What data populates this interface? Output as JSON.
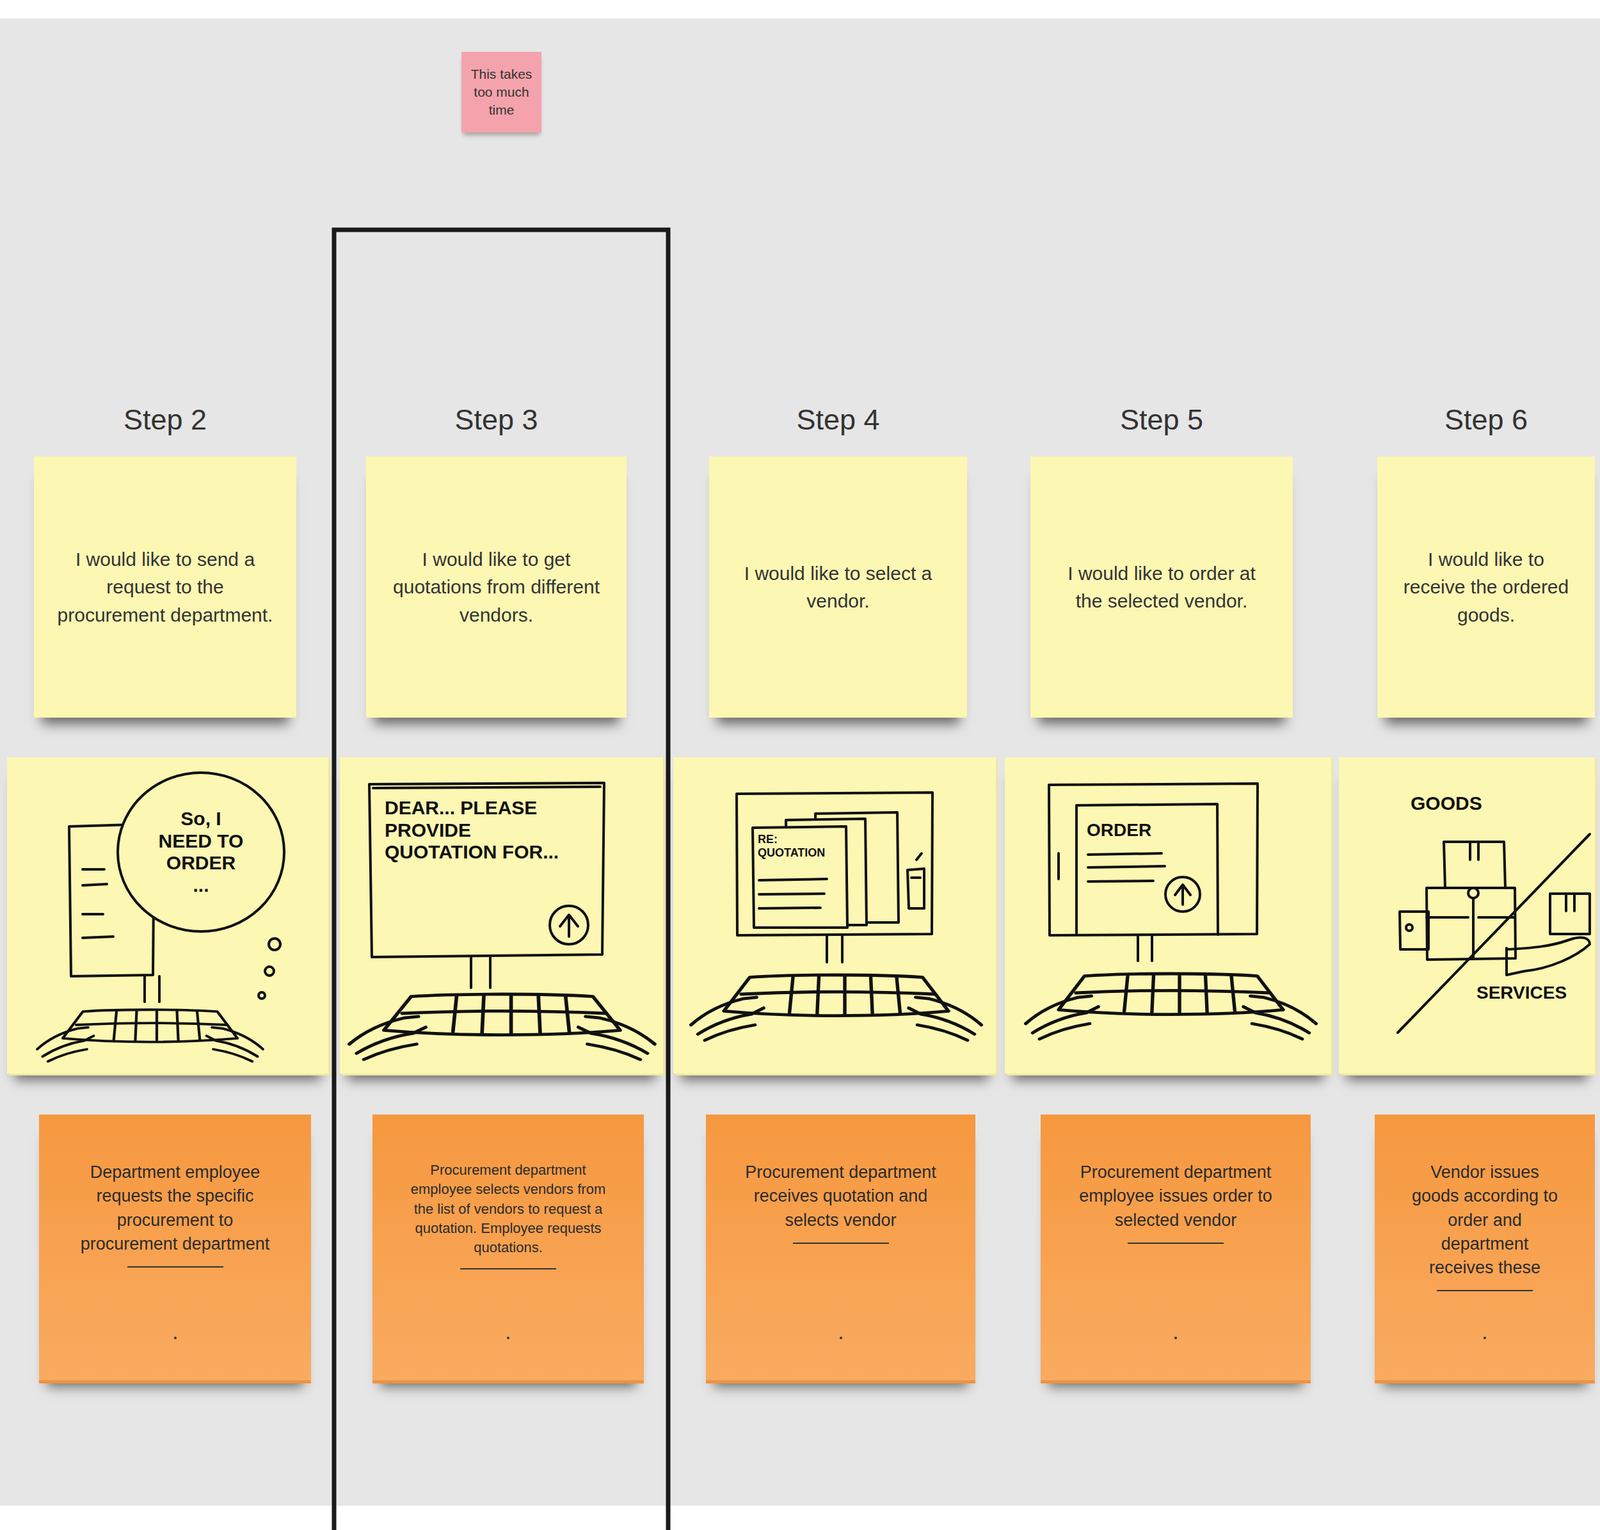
{
  "diagram": {
    "nodes": [
      {
        "text": [
          "This takes too much time"
        ]
      },
      {
        "text": [
          "Step 2",
          "I would like to send a request to the procurement department."
        ]
      },
      {
        "text": [
          "Step 3",
          "I would like to get quotations from different vendors."
        ]
      },
      {
        "text": [
          "Step 4",
          "I would like to select a vendor."
        ]
      },
      {
        "text": [
          "Step 5",
          "I would like to order at the selected vendor."
        ]
      },
      {
        "text": [
          "Step 6",
          "I would like to receive the ordered goods."
        ]
      },
      {
        "text": [
          "So, I NEED TO ORDER ..."
        ]
      },
      {
        "text": [
          "DEAR... PLEASE PROVIDE QUOTATION FOR..."
        ]
      },
      {
        "text": [
          "RE: QUOTATION"
        ]
      },
      {
        "text": [
          "ORDER"
        ]
      },
      {
        "text": [
          "GOODS",
          "SERVICES"
        ]
      },
      {
        "text": [
          "Department employee requests the specific procurement to procurement department"
        ]
      },
      {
        "text": [
          "Procurement department employee selects vendors from the list of vendors to request a quotation. Employee requests quotations."
        ]
      },
      {
        "text": [
          "Procurement department receives quotation and selects vendor"
        ]
      },
      {
        "text": [
          "Procurement department employee issues order to selected vendor"
        ]
      },
      {
        "text": [
          "Vendor issues goods according to order and department receives these"
        ]
      }
    ]
  }
}
